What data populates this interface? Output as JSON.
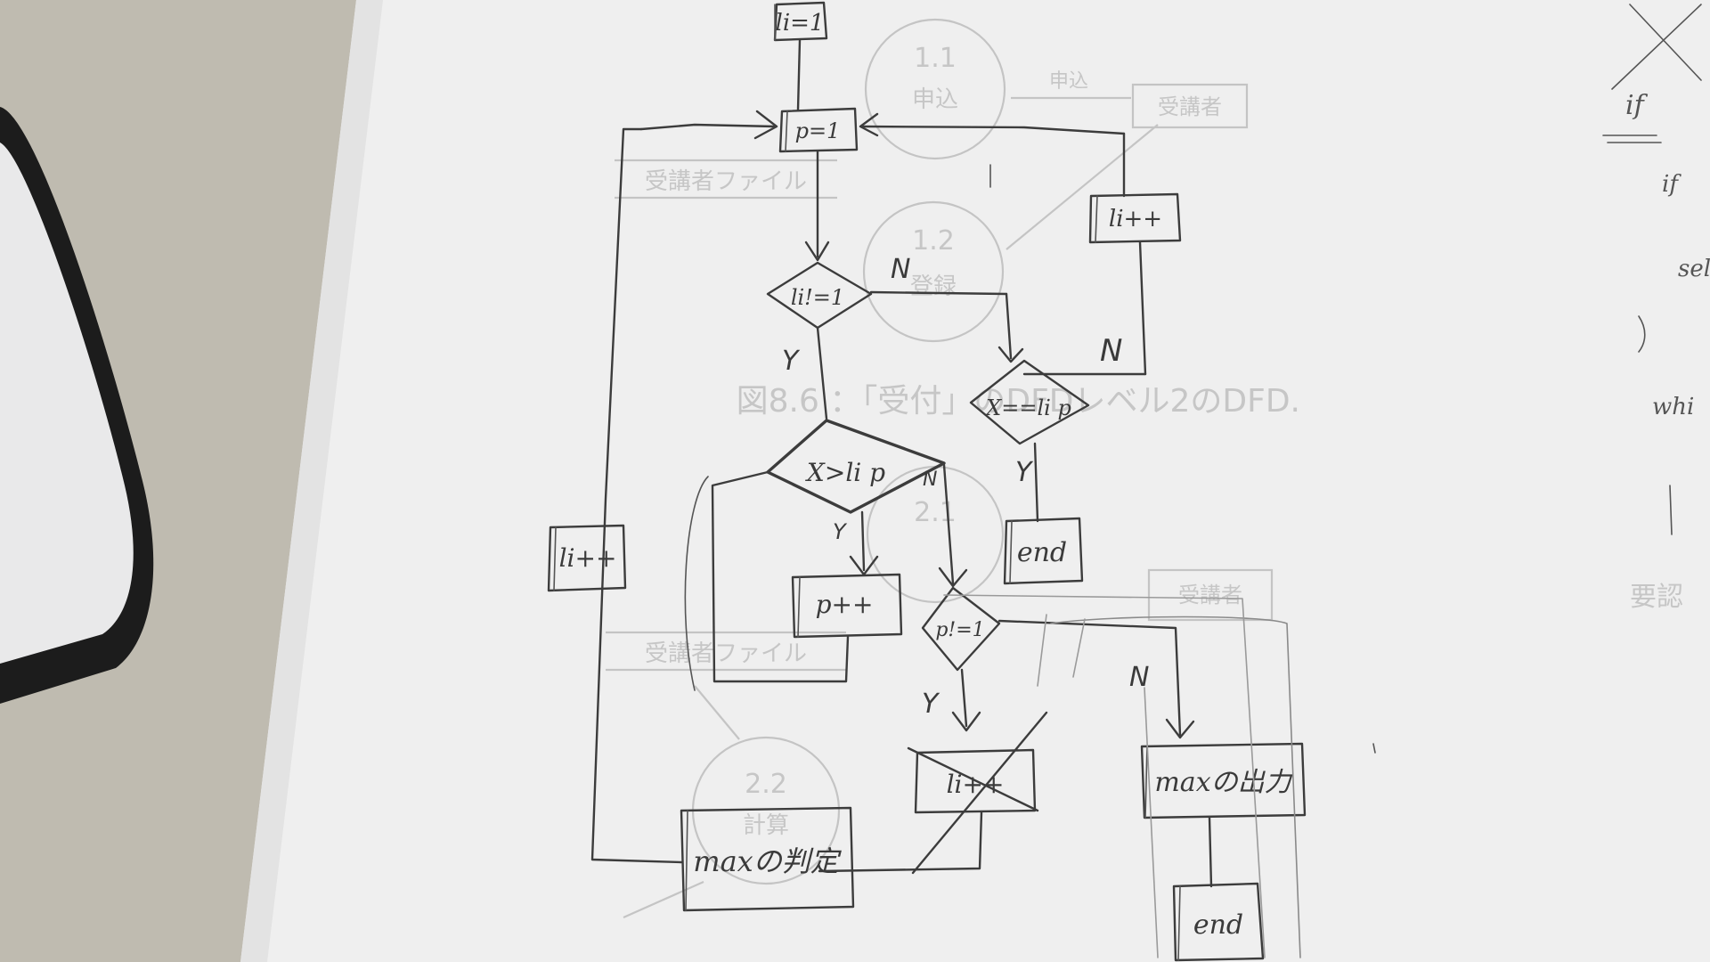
{
  "flowchart": {
    "nodes": {
      "init_i": "li=1",
      "init_p": "p=1",
      "incr_i_top": "li++",
      "cond_i_ne_1": "li!=1",
      "cond_x_eq_lp": "X==li p",
      "cond_x_gt_lp": "X>li p",
      "end_top": "end",
      "incr_i_left": "li++",
      "incr_p": "p++",
      "cond_p_ne_1": "p!=1",
      "incr_i_crossed": "li++",
      "max_judge": "maxの判定",
      "max_output": "maxの出力",
      "end_bottom": "end"
    },
    "edge_labels": {
      "n1": "N",
      "n2": "N",
      "n3": "N",
      "n4": "N",
      "y1": "Y",
      "y2": "Y",
      "y3": "Y",
      "y4": "Y"
    }
  },
  "background_print": {
    "bubble_1": "1.1",
    "bubble_1_sub": "申込",
    "bubble_2": "1.2",
    "bubble_2_sub": "登録",
    "bubble_3": "2.1",
    "bubble_4": "2.2",
    "bubble_4_sub": "計算",
    "box_1": "受講者",
    "box_2": "受講者",
    "file_1": "受講者ファイル",
    "file_2": "受講者ファイル",
    "arrow_label_1": "申込",
    "caption": "図8.6 ：「受付」のDFDレベル2のDFD.",
    "margin_label": "要認"
  },
  "margin_notes": {
    "if1": "if",
    "if2": "if",
    "sel": "sel",
    "whi": "whi"
  }
}
